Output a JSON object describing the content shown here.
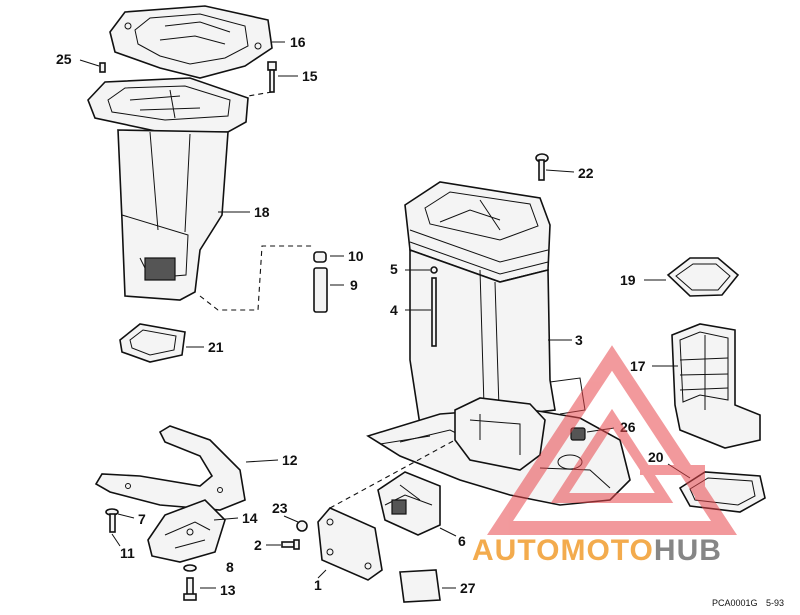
{
  "callouts": [
    {
      "id": "c1",
      "text": "1"
    },
    {
      "id": "c2",
      "text": "2"
    },
    {
      "id": "c3",
      "text": "3"
    },
    {
      "id": "c4",
      "text": "4"
    },
    {
      "id": "c5",
      "text": "5"
    },
    {
      "id": "c6",
      "text": "6"
    },
    {
      "id": "c7",
      "text": "7"
    },
    {
      "id": "c8",
      "text": "8"
    },
    {
      "id": "c9",
      "text": "9"
    },
    {
      "id": "c10",
      "text": "10"
    },
    {
      "id": "c11",
      "text": "11"
    },
    {
      "id": "c12",
      "text": "12"
    },
    {
      "id": "c13",
      "text": "13"
    },
    {
      "id": "c14",
      "text": "14"
    },
    {
      "id": "c15",
      "text": "15"
    },
    {
      "id": "c16",
      "text": "16"
    },
    {
      "id": "c17",
      "text": "17"
    },
    {
      "id": "c18",
      "text": "18"
    },
    {
      "id": "c19",
      "text": "19"
    },
    {
      "id": "c20",
      "text": "20"
    },
    {
      "id": "c21",
      "text": "21"
    },
    {
      "id": "c22",
      "text": "22"
    },
    {
      "id": "c23",
      "text": "23"
    },
    {
      "id": "c25",
      "text": "25"
    },
    {
      "id": "c26",
      "text": "26"
    },
    {
      "id": "c27",
      "text": "27"
    }
  ],
  "drawing_code": "PCA0001G",
  "drawing_date": "5-93",
  "watermark": {
    "part1": "AUTOMOTO",
    "part2": "HUB",
    "color_primary": "#f2a23a",
    "color_secondary": "#7a7a7a",
    "logo_color": "#e8474c"
  }
}
